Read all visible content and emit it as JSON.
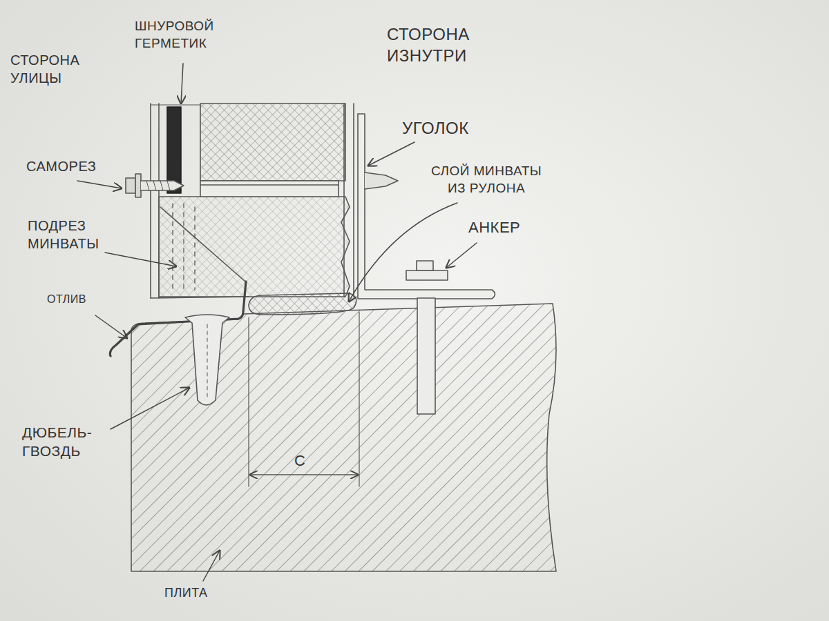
{
  "diagram": {
    "labels": [
      "СТОРОНА УЛИЦЫ",
      "ШНУРОВОЙ ГЕРМЕТИК",
      "СТОРОНА ИЗНУТРИ",
      "САМОРЕЗ",
      "УГОЛОК",
      "СЛОЙ МИНВАТЫ ИЗ РУЛОНА",
      "АНКЕР",
      "ПОДРЕЗ МИНВАТЫ",
      "ОТЛИВ",
      "ДЮБЕЛЬ- ГВОЗДЬ",
      "С",
      "ПЛИТА"
    ]
  }
}
